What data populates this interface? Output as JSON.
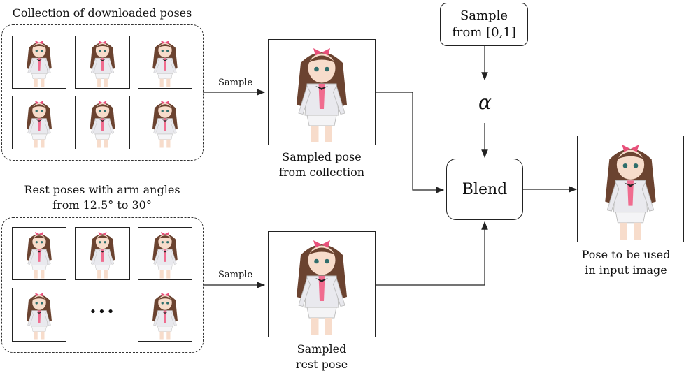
{
  "collection": {
    "title": "Collection of downloaded poses"
  },
  "rest": {
    "title_line1": "Rest poses with arm angles",
    "title_line2": "from 12.5° to 30°",
    "ellipsis": "•••"
  },
  "arrows": {
    "sample_top": "Sample",
    "sample_bottom": "Sample"
  },
  "sampled_pose": {
    "line1": "Sampled pose",
    "line2": "from collection"
  },
  "sampled_rest": {
    "line1": "Sampled",
    "line2": "rest pose"
  },
  "sample_box": {
    "line1": "Sample",
    "line2": "from [0,1]"
  },
  "alpha": {
    "symbol": "α"
  },
  "blend": {
    "label": "Blend"
  },
  "output": {
    "line1": "Pose to be used",
    "line2": "in input image"
  },
  "colors": {
    "hair": "#6b4330",
    "ribbon": "#e8507a",
    "skin": "#f7dccb",
    "outfit": "#e9e9ee",
    "tie": "#f06c8f"
  }
}
